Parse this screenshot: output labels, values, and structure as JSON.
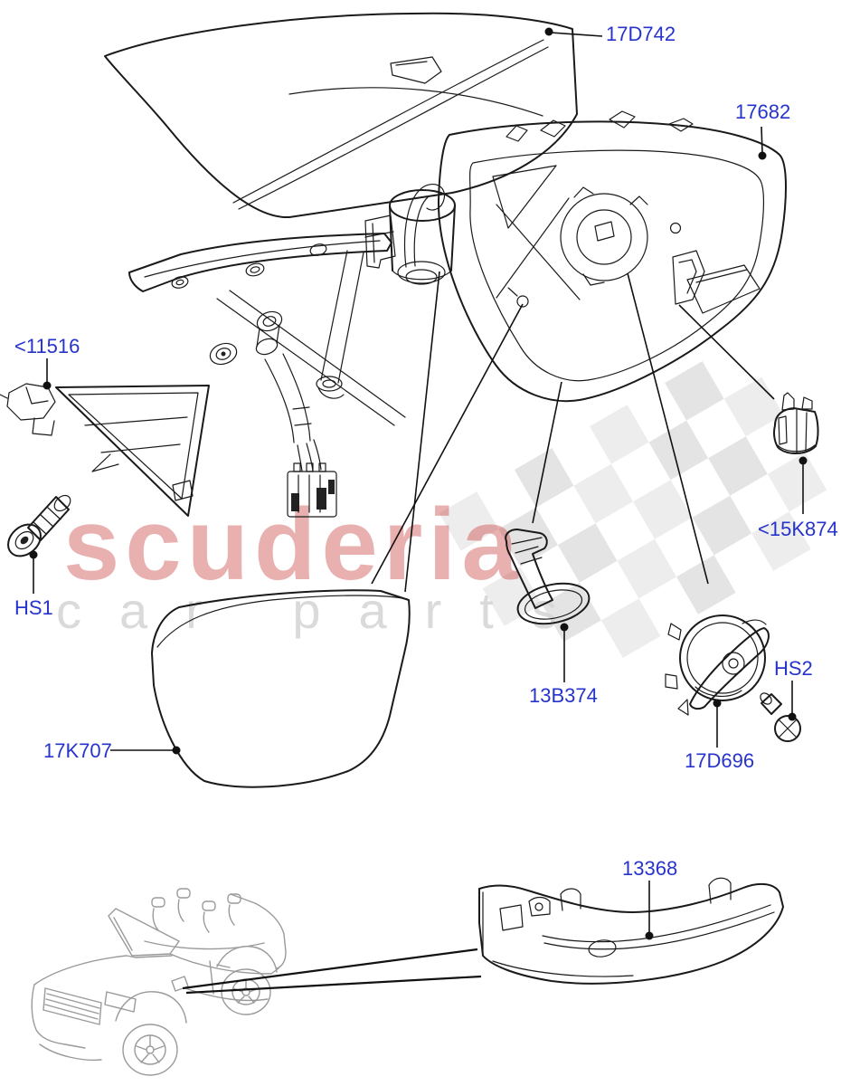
{
  "page": {
    "background": "#ffffff"
  },
  "watermark": {
    "brand": "scuderia",
    "subtitle": "car parts",
    "brand_color": "#cc4444",
    "subtitle_color": "#d6d6d6",
    "checker_color": "#e4e4e4"
  },
  "colors": {
    "label": "#2633cc",
    "line": "#1a1a1a",
    "vehicle_outline": "#9a9a9a"
  },
  "parts": [
    {
      "label": "17D742"
    },
    {
      "label": "17682"
    },
    {
      "label": "<11516"
    },
    {
      "label": "HS1"
    },
    {
      "label": "17K707"
    },
    {
      "label": "13B374"
    },
    {
      "label": "17D696"
    },
    {
      "label": "HS2"
    },
    {
      "label": "<15K874"
    },
    {
      "label": "13368"
    }
  ]
}
